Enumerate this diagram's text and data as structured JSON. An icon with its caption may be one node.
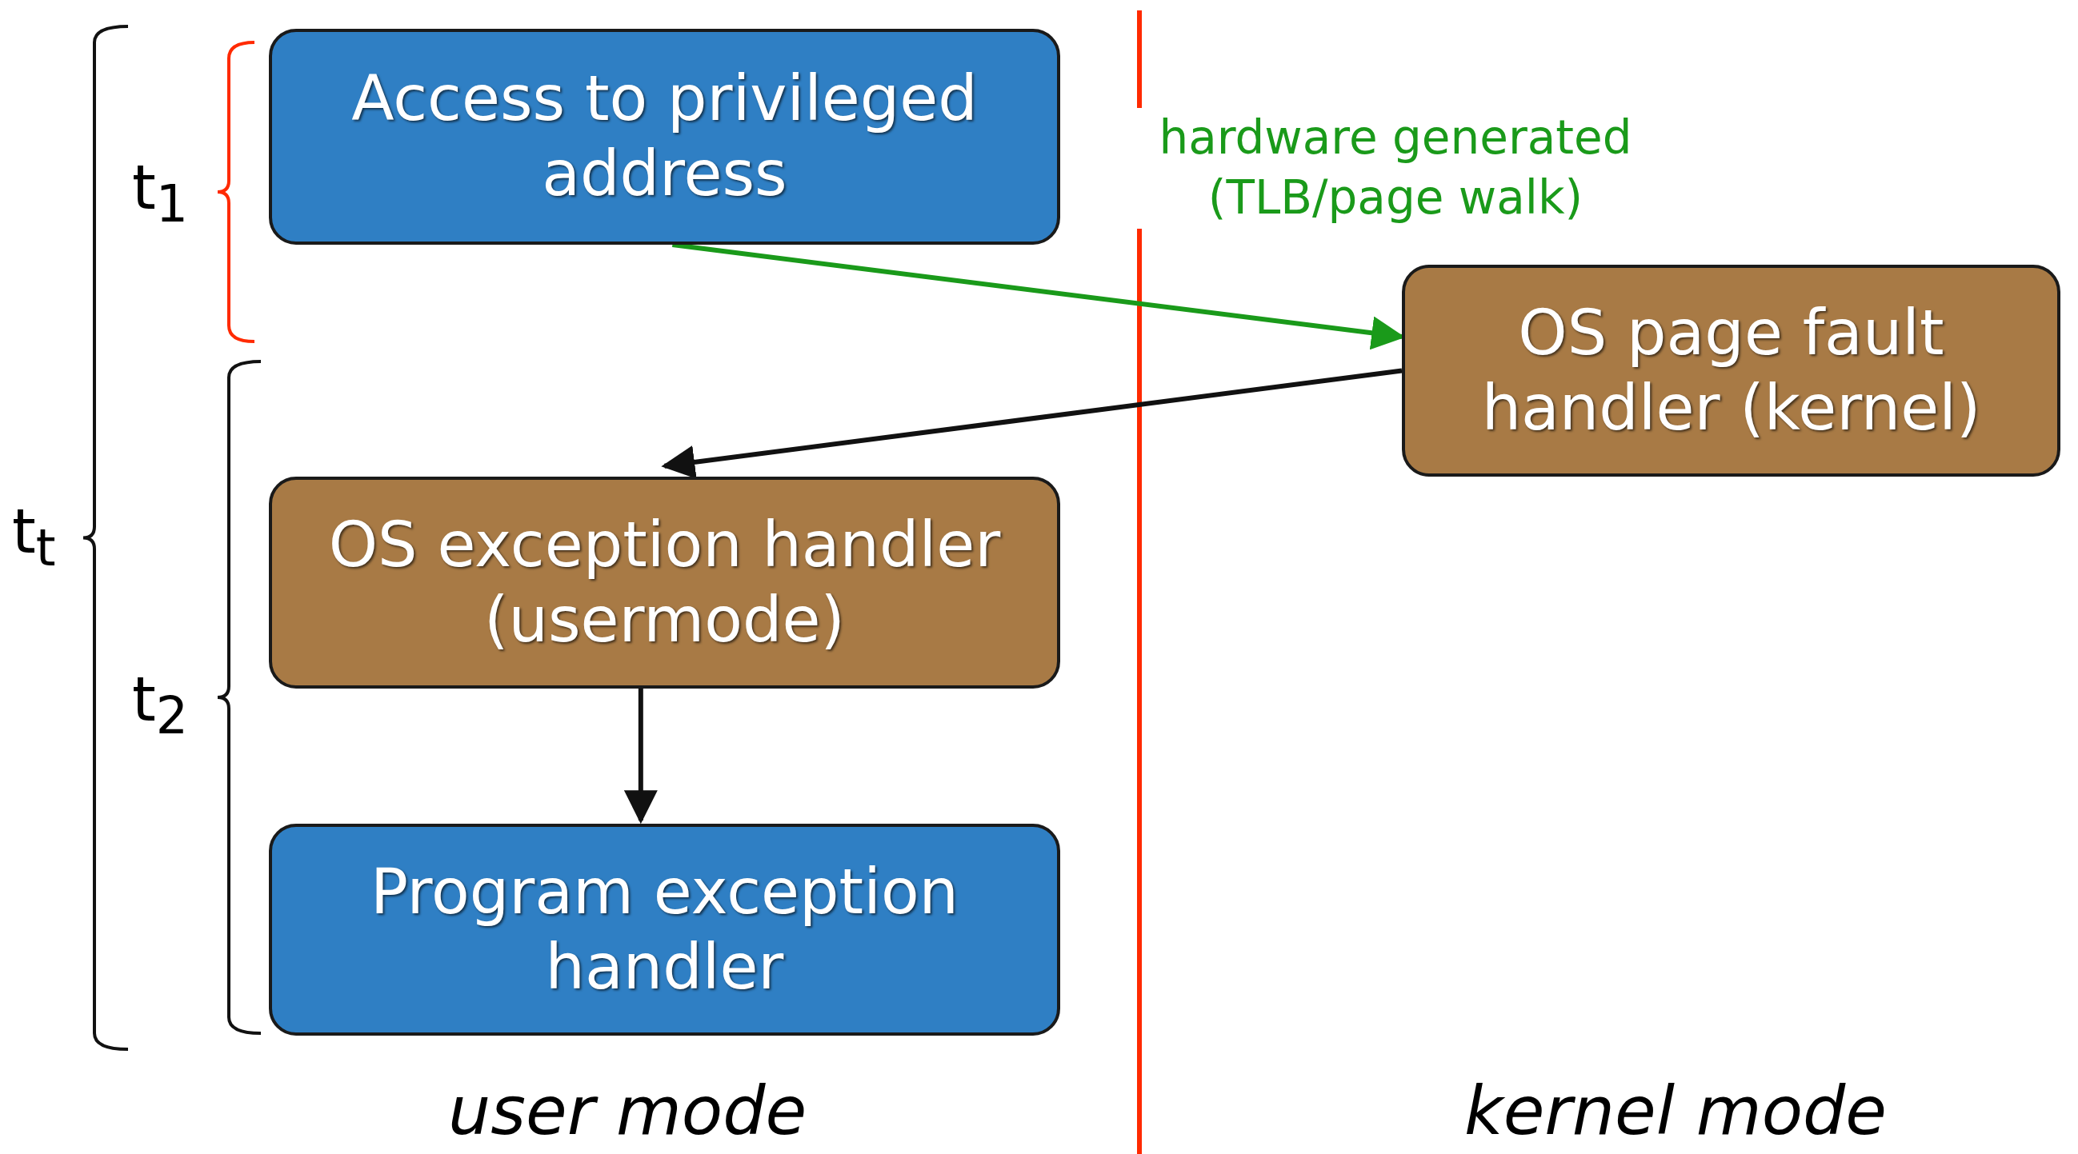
{
  "diagram": {
    "nodes": [
      {
        "text": [
          "Access to privileged address"
        ]
      },
      {
        "text": [
          "OS page fault handler (kernel)"
        ]
      },
      {
        "text": [
          "OS exception handler (usermode)"
        ]
      },
      {
        "text": [
          "Program exception handler"
        ]
      }
    ],
    "edges": [
      {
        "from": 0,
        "to": 1,
        "arrow": "to",
        "label": "hardware generated (TLB/page walk)",
        "color": "#1a9a1a"
      },
      {
        "from": 1,
        "to": 2,
        "arrow": "to"
      },
      {
        "from": 2,
        "to": 3,
        "arrow": "to"
      }
    ],
    "labels": [
      "t$_{1}$",
      "t$_{t}$",
      "t$_{2}$",
      "user mode",
      "kernel mode"
    ]
  }
}
